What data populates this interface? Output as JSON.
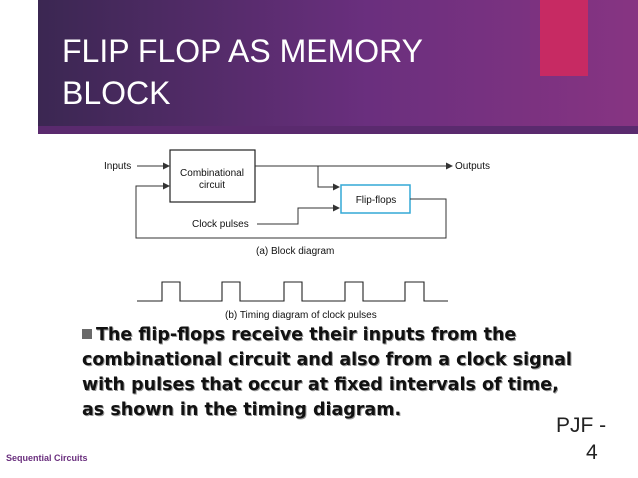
{
  "slide": {
    "title": "FLIP FLOP AS MEMORY BLOCK",
    "bullet": "The flip-flops receive their inputs from the combinational circuit and also from a clock signal with pulses that occur at fixed intervals of time, as shown in the timing diagram.",
    "label_line1": "PJF -",
    "label_line2": "4",
    "footer": "Sequential Circuits"
  },
  "colors": {
    "title_band": "#6a2f7e",
    "accent": "#c72a63",
    "flipflop_box": "#33a9d6"
  },
  "diagram": {
    "inputs_label": "Inputs",
    "outputs_label": "Outputs",
    "combinational_label_1": "Combinational",
    "combinational_label_2": "circuit",
    "flipflops_label": "Flip-flops",
    "clock_label": "Clock pulses",
    "block_caption": "(a) Block diagram",
    "timing_caption": "(b) Timing diagram of clock pulses"
  }
}
